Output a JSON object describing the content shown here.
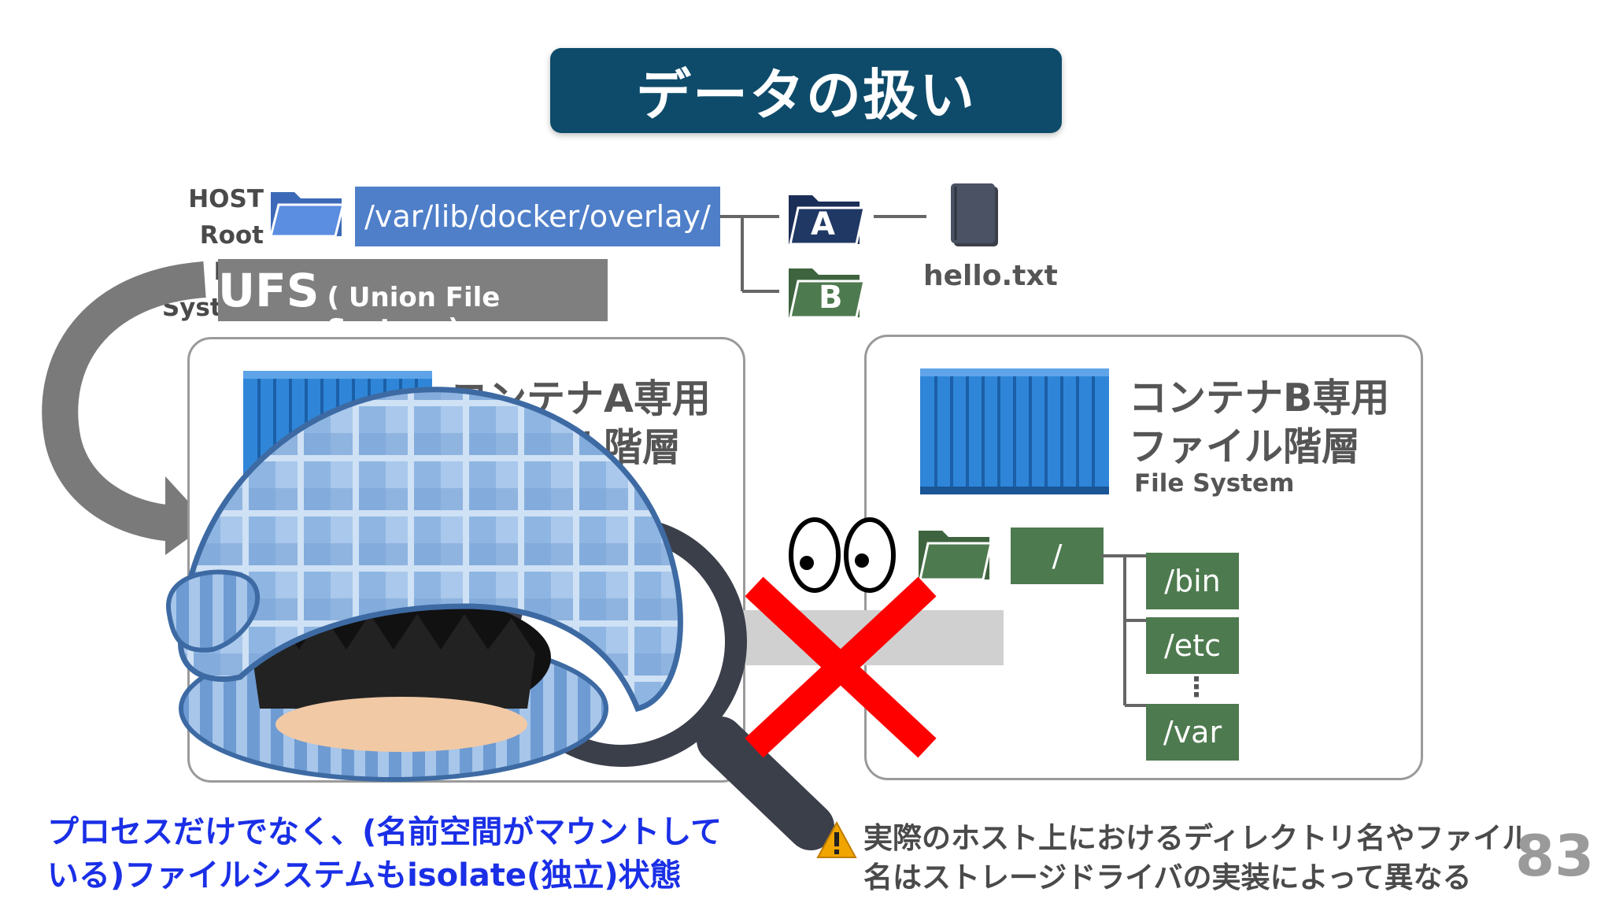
{
  "title": "データの扱い",
  "host": {
    "label_line1": "HOST Root",
    "label_line2": "File System",
    "path": "/var/lib/docker/overlay/"
  },
  "ufs": {
    "main": "UFS",
    "sub": "( Union File System )"
  },
  "folders": {
    "a_label": "A",
    "b_label": "B",
    "file_name": "hello.txt"
  },
  "panel_a": {
    "title_line1": "コンテナA専用",
    "title_line2": "ファイル階層"
  },
  "panel_b": {
    "title_line1": "コンテナB専用",
    "title_line2": "ファイル階層",
    "subtitle": "File System",
    "root": "/",
    "dirs": [
      "/bin",
      "/etc",
      "/var"
    ],
    "ellipsis": "⋮"
  },
  "captions": {
    "left_line1": "プロセスだけでなく、(名前空間がマウントして",
    "left_line2": "いる)ファイルシステムもisolate(独立)状態",
    "right_line1": "実際のホスト上におけるディレクトリ名やファイル",
    "right_line2": "名はストレージドライバの実装によって異なる"
  },
  "page_number": "83",
  "colors": {
    "title_bg": "#0e4b6a",
    "path_bg": "#4f7fc9",
    "ufs_bg": "#7f7f7f",
    "folder_a": "#203864",
    "folder_b": "#4e7a4f",
    "caption_left": "#1a2fe6",
    "cross": "#ff0000",
    "container": "#2f86d8"
  },
  "icons": [
    "folder-icon",
    "document-icon",
    "container-icon",
    "warning-icon",
    "magnifier-icon",
    "cross-icon",
    "arrow-icon",
    "blanket-person-icon",
    "eyes-icon"
  ]
}
